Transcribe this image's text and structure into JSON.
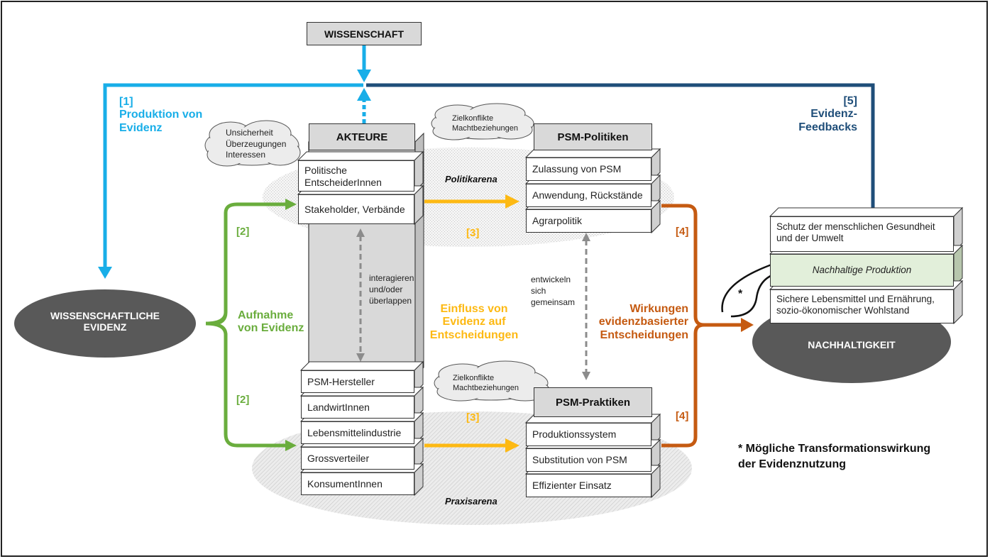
{
  "science": {
    "label": "WISSENSCHAFT"
  },
  "evidence_node": {
    "line1": "WISSENSCHAFTLICHE",
    "line2": "EVIDENZ"
  },
  "sustainability_node": {
    "label": "NACHHALTIGKEIT"
  },
  "steps": {
    "s1": {
      "num": "[1]",
      "line1": "Produktion von",
      "line2": "Evidenz"
    },
    "s2": {
      "num_top": "[2]",
      "num_bottom": "[2]",
      "line1": "Aufnahme",
      "line2": "von Evidenz"
    },
    "s3": {
      "num_top": "[3]",
      "num_bottom": "[3]",
      "line1": "Einfluss von",
      "line2": "Evidenz auf",
      "line3": "Entscheidungen"
    },
    "s4": {
      "num_top": "[4]",
      "num_bottom": "[4]",
      "line1": "Wirkungen",
      "line2": "evidenzbasierter",
      "line3": "Entscheidungen"
    },
    "s5": {
      "num": "[5]",
      "line1": "Evidenz-",
      "line2": "Feedbacks"
    }
  },
  "actors": {
    "title": "AKTEURE",
    "cloud": [
      "Unsicherheit",
      "Überzeugungen",
      "Interessen"
    ],
    "policy_items": [
      {
        "line1": "Politische",
        "line2": "EntscheiderInnen"
      },
      {
        "line1": "Stakeholder, Verbände"
      }
    ],
    "practice_items": [
      "PSM-Hersteller",
      "LandwirtInnen",
      "Lebensmittelindustrie",
      "Grossverteiler",
      "KonsumentInnen"
    ],
    "relation": [
      "interagieren",
      "und/oder",
      "überlappen"
    ]
  },
  "policies": {
    "title": "PSM-Politiken",
    "cloud": [
      "Zielkonflikte",
      "Machtbeziehungen"
    ],
    "items": [
      "Zulassung von PSM",
      "Anwendung, Rückstände",
      "Agrarpolitik"
    ]
  },
  "practices": {
    "title": "PSM-Praktiken",
    "cloud": [
      "Zielkonflikte",
      "Machtbeziehungen"
    ],
    "items": [
      "Produktionssystem",
      "Substitution von PSM",
      "Effizienter Einsatz"
    ]
  },
  "co_development": [
    "entwickeln",
    "sich",
    "gemeinsam"
  ],
  "arenas": {
    "policy": "Politikarena",
    "practice": "Praxisarena"
  },
  "outcomes": {
    "items": [
      {
        "line1": "Schutz der menschlichen Gesundheit",
        "line2": "und der Umwelt"
      },
      {
        "line1": "Nachhaltige Produktion"
      },
      {
        "line1": "Sichere Lebensmittel und Ernährung,",
        "line2": "sozio-ökonomischer Wohlstand"
      }
    ],
    "highlight_color": "#e2efda"
  },
  "transformation_marker": "*",
  "footnote": {
    "line1": "* Mögliche Transformationswirkung",
    "line2": "der Evidenznutzung"
  },
  "colors": {
    "production": "#18aee8",
    "feedback": "#1f4e79",
    "uptake": "#6aad3d",
    "influence": "#fdb913",
    "impact": "#c55a11",
    "node_dark": "#595959"
  }
}
